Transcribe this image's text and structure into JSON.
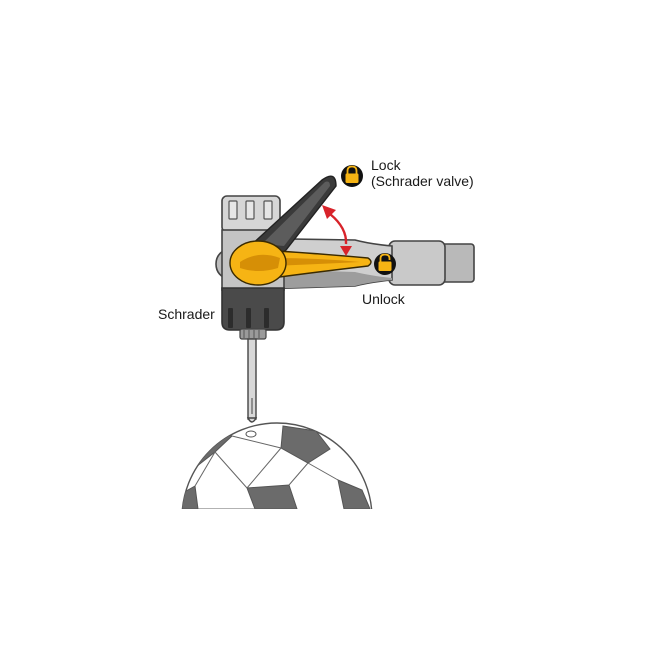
{
  "labels": {
    "lock": "Lock",
    "lock_sub": "(Schrader valve)",
    "unlock": "Unlock",
    "schrader": "Schrader"
  },
  "icons": [
    "lock-closed-icon",
    "lock-open-icon",
    "double-arrow-icon"
  ],
  "colors": {
    "lever": "#f6b414",
    "lever_dark": "#d68f06",
    "lever_locked": "#3a3a3a",
    "head_light": "#d2d2d2",
    "head_dark": "#4a4a4a",
    "hose": "#b8b8b8",
    "arrow": "#d8232a",
    "ball_patch": "#6b6b6b"
  }
}
